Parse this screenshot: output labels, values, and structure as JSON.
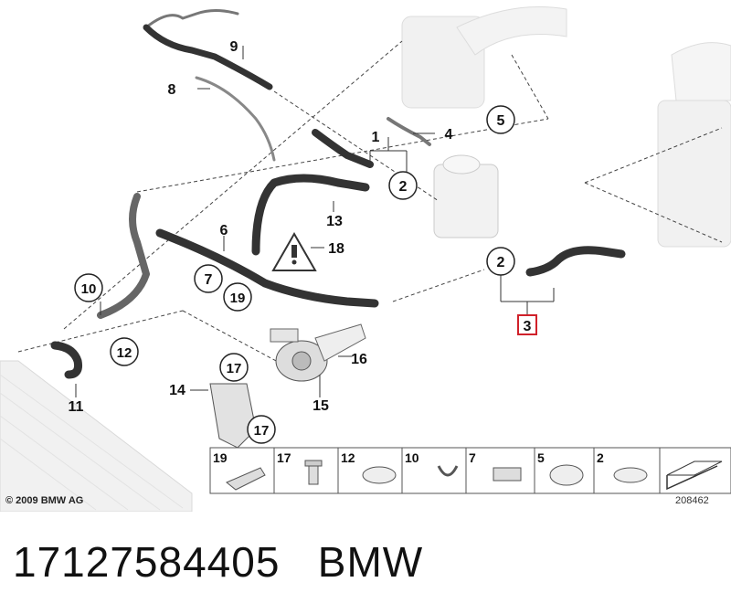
{
  "callouts": {
    "c1": "1",
    "c2a": "2",
    "c2b": "2",
    "c3": "3",
    "c4": "4",
    "c5": "5",
    "c6": "6",
    "c7": "7",
    "c8": "8",
    "c9": "9",
    "c10": "10",
    "c11": "11",
    "c12": "12",
    "c13": "13",
    "c14": "14",
    "c15": "15",
    "c16": "16",
    "c17a": "17",
    "c17b": "17",
    "c18": "18",
    "c19": "19"
  },
  "legend": {
    "items": [
      "19",
      "17",
      "12",
      "10",
      "7",
      "5",
      "2"
    ]
  },
  "highlight_color": "#d0212a",
  "copyright": "© 2009 BMW AG",
  "diagram_id": "208462",
  "footer": {
    "part_number": "17127584405",
    "brand": "BMW"
  }
}
